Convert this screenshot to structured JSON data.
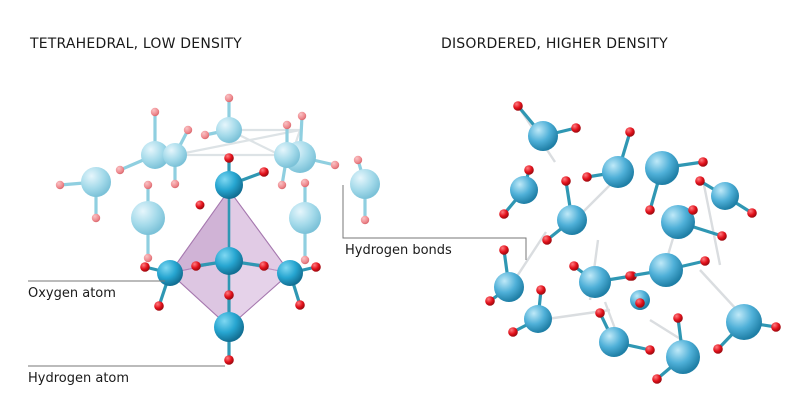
{
  "left_panel": {
    "title": "TETRAHEDRAL, LOW DENSITY"
  },
  "right_panel": {
    "title": "DISORDERED, HIGHER DENSITY"
  },
  "labels": {
    "oxygen": "Oxygen atom",
    "hydrogen": "Hydrogen atom",
    "hbonds": "Hydrogen bonds"
  },
  "colors": {
    "oxygen_atom": "#5fb6d9",
    "oxygen_atom_pale": "#a9dcec",
    "hydrogen_atom": "#e2101a",
    "hydrogen_atom_pale": "#ef8a8f",
    "bond_stick": "#2f97b3",
    "hydrogen_bond": "#d9dcde",
    "tetrahedron_fill": "#c9a3cf",
    "leader_line": "#777777"
  }
}
